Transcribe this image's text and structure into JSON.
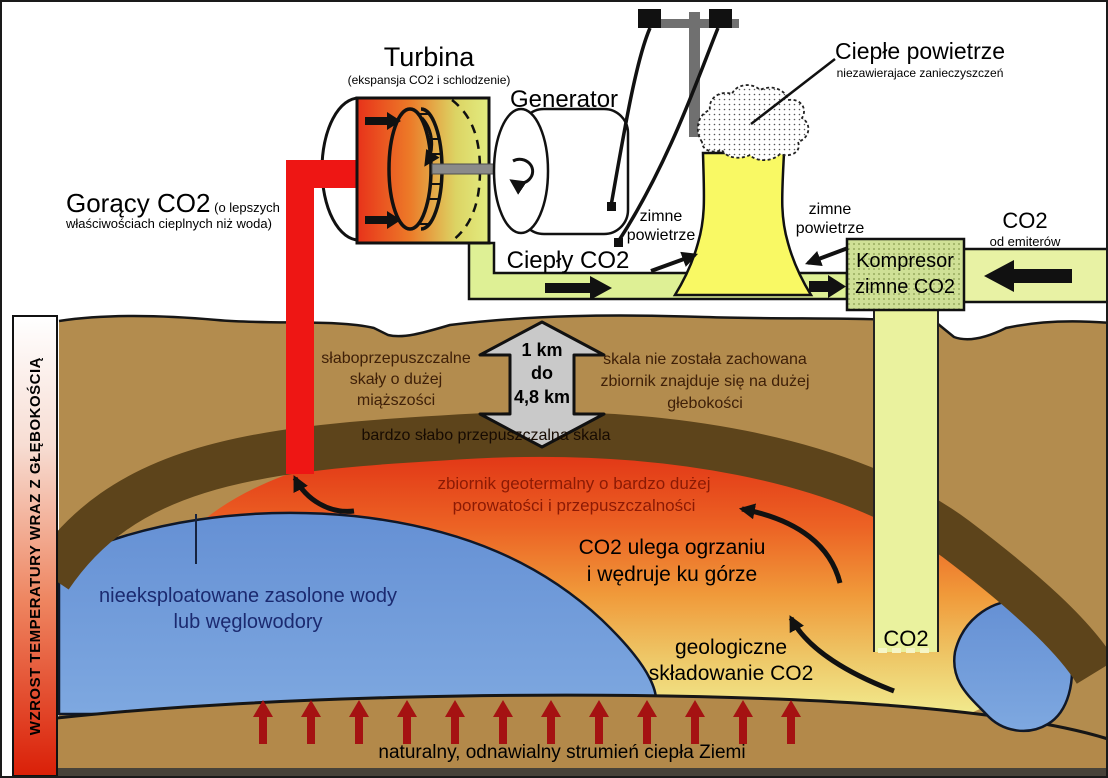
{
  "sidebar": {
    "label": "WZROST TEMPERATURY WRAZ Z GŁĘBOKOŚCIĄ"
  },
  "surface": {
    "turbine": {
      "title": "Turbina",
      "subtitle": "(ekspansja CO2 i schlodzenie)"
    },
    "generator": {
      "title": "Generator"
    },
    "hot_co2": {
      "title": "Gorący CO2",
      "note1": " (o lepszych",
      "note2": "właściwościach cieplnych niż woda)"
    },
    "warm_air": {
      "title": "Ciepłe powietrze",
      "subtitle": "niezawierajace zanieczyszczeń"
    },
    "cold_air_left": {
      "line1": "zimne",
      "line2": "powietrze"
    },
    "cold_air_right": {
      "line1": "zimne",
      "line2": "powietrze"
    },
    "warm_co2": {
      "label": "Ciepły CO2"
    },
    "compressor": {
      "line1": "Kompresor",
      "line2": "zimne CO2"
    },
    "co2_emitters": {
      "title": "CO2",
      "subtitle": "od emiterów"
    }
  },
  "underground": {
    "impermeable_rocks": {
      "line1": "słaboprzepuszczalne",
      "line2": "skały o dużej",
      "line3": "miąższości"
    },
    "depth_arrow": {
      "line1": "1 km",
      "line2": "do",
      "line3": "4,8 km"
    },
    "scale_note": {
      "line1": "skala nie została zachowana",
      "line2": "zbiornik znajduje się na dużej",
      "line3": "głebokości"
    },
    "caprock": {
      "label": "bardzo słabo przepuszczalna skala"
    },
    "reservoir": {
      "line1": "zbiornik geotermalny o bardzo dużej",
      "line2": "porowatości i przepuszczalności"
    },
    "co2_rises": {
      "line1": "CO2 ulega ogrzaniu",
      "line2": "i wędruje ku górze"
    },
    "saline_water": {
      "line1": "nieeksploatowane zasolone wody",
      "line2": "lub węglowodory"
    },
    "storage": {
      "line1": "geologiczne",
      "line2": "składowanie CO2"
    },
    "well_co2": {
      "label": "CO2"
    },
    "heat_flux": {
      "label": "naturalny, odnawialny strumień ciepła Ziemi"
    }
  },
  "colors": {
    "hot_pipe_red": "#ee1614",
    "warm_pipe_green": "#def095",
    "cooling_tower_yellow": "#f9f964",
    "ground_tan": "#b38c4e",
    "caprock_brown": "#5d441b",
    "reservoir_red": "#e03014",
    "plume_yellow": "#f2ee92",
    "saline_blue": "#6f9ad6",
    "heat_arrow_red": "#a51212",
    "depth_arrow_gray": "#c9c9c9"
  }
}
